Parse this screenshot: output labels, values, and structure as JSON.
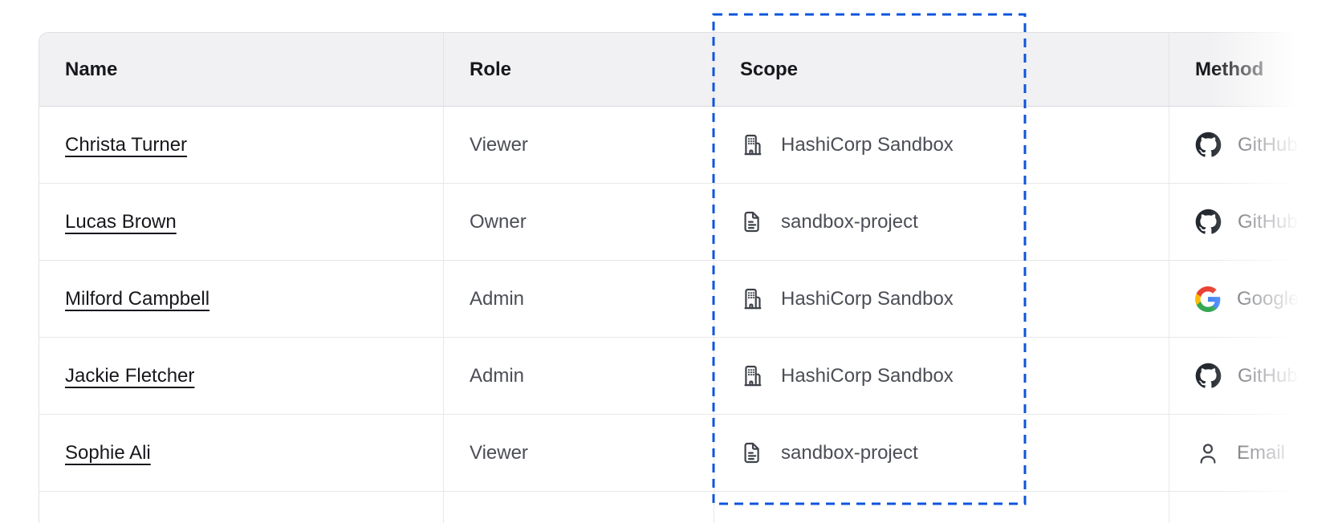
{
  "table": {
    "columns": [
      {
        "label": "Name"
      },
      {
        "label": "Role"
      },
      {
        "label": "Scope"
      },
      {
        "label": "Method"
      }
    ],
    "rows": [
      {
        "name": "Christa Turner",
        "role": "Viewer",
        "scope": {
          "icon": "organization-building-icon",
          "label": "HashiCorp Sandbox"
        },
        "method": {
          "icon": "github-icon",
          "label": "GitHub"
        }
      },
      {
        "name": "Lucas Brown",
        "role": "Owner",
        "scope": {
          "icon": "project-file-icon",
          "label": "sandbox-project"
        },
        "method": {
          "icon": "github-icon",
          "label": "GitHub"
        }
      },
      {
        "name": "Milford Campbell",
        "role": "Admin",
        "scope": {
          "icon": "organization-building-icon",
          "label": "HashiCorp Sandbox"
        },
        "method": {
          "icon": "google-icon",
          "label": "Google"
        }
      },
      {
        "name": "Jackie Fletcher",
        "role": "Admin",
        "scope": {
          "icon": "organization-building-icon",
          "label": "HashiCorp Sandbox"
        },
        "method": {
          "icon": "github-icon",
          "label": "GitHub"
        }
      },
      {
        "name": "Sophie Ali",
        "role": "Viewer",
        "scope": {
          "icon": "project-file-icon",
          "label": "sandbox-project"
        },
        "method": {
          "icon": "person-icon",
          "label": "Email"
        }
      }
    ]
  },
  "annotation": {
    "type": "dashed-column-highlight",
    "target_column": "Scope",
    "color": "#0f54dd"
  },
  "colors": {
    "header_background": "#f1f1f3",
    "border": "#e6e7ea",
    "header_text": "#17181c",
    "body_text": "#4b4e55",
    "link_text": "#17181c"
  }
}
